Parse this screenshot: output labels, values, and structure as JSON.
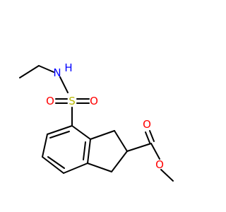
{
  "molecule": {
    "atoms": {
      "nitrogen": {
        "text": "N",
        "color": "#0000ff"
      },
      "hydrogen": {
        "text": "H",
        "color": "#0000ff"
      },
      "sulfur": {
        "text": "S",
        "color": "#b8b800"
      },
      "oxygen_sulfonyl_left": {
        "text": "O",
        "color": "#ff0000"
      },
      "oxygen_sulfonyl_right": {
        "text": "O",
        "color": "#ff0000"
      },
      "oxygen_carbonyl": {
        "text": "O",
        "color": "#ff0000"
      },
      "oxygen_ester": {
        "text": "O",
        "color": "#ff0000"
      }
    },
    "bond_color": "#000000"
  }
}
